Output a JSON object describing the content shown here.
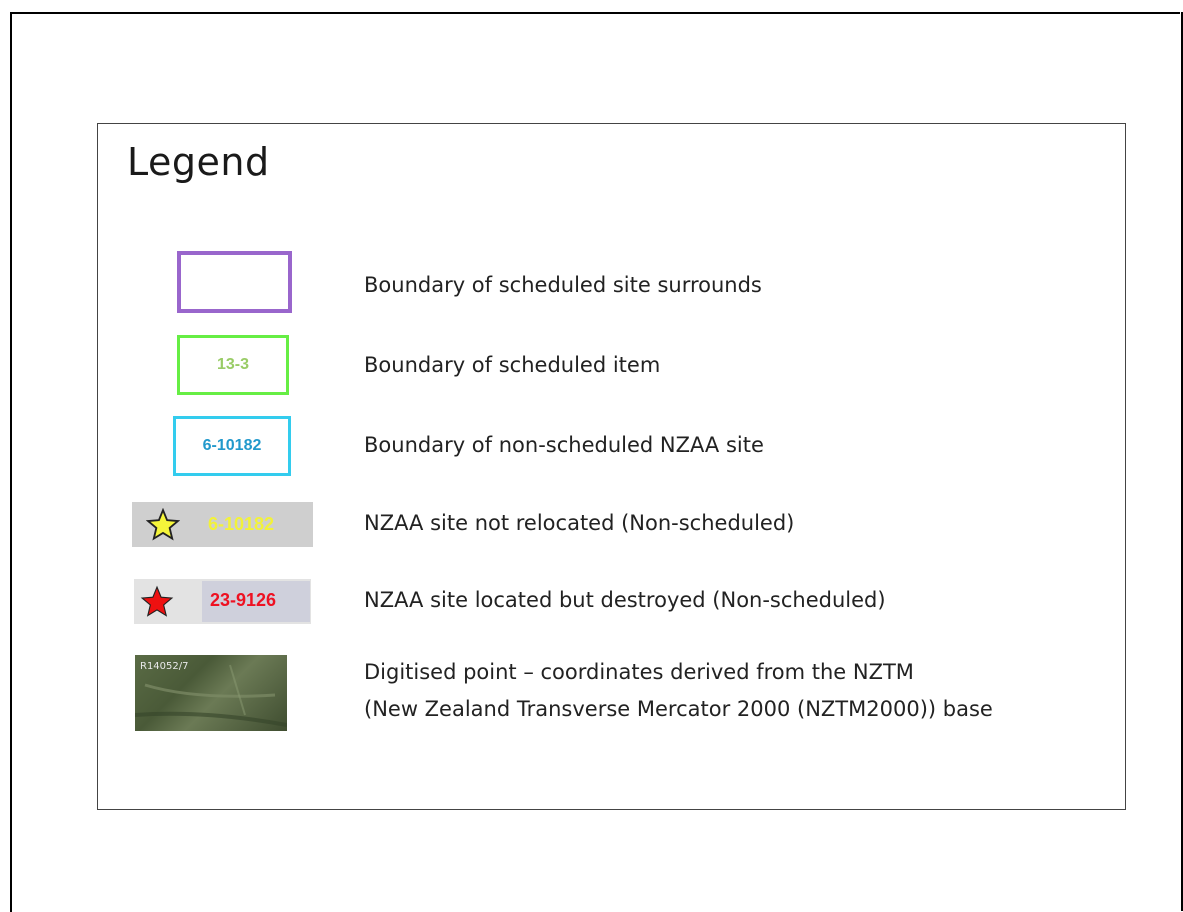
{
  "legend": {
    "title": "Legend",
    "items": [
      {
        "label": "Boundary of scheduled site surrounds",
        "symbol_color": "#9966cc"
      },
      {
        "label": "Boundary of scheduled item",
        "symbol_text": "13-3",
        "symbol_color": "#66ee44"
      },
      {
        "label": "Boundary of non-scheduled NZAA site",
        "symbol_text": "6-10182",
        "symbol_color": "#33ccee"
      },
      {
        "label": "NZAA site not relocated (Non-scheduled)",
        "symbol_text": "6-10182",
        "symbol_icon": "yellow-star-icon",
        "symbol_color": "#f5f53a"
      },
      {
        "label": "NZAA site located but destroyed (Non-scheduled)",
        "symbol_text": "23-9126",
        "symbol_icon": "red-star-icon",
        "symbol_color": "#ee1111"
      },
      {
        "label_line1": "Digitised point – coordinates derived from the NZTM",
        "label_line2": "(New Zealand Transverse Mercator 2000 (NZTM2000)) base",
        "symbol_text": "R14052/7",
        "symbol_icon": "aerial-photo-icon"
      }
    ]
  }
}
